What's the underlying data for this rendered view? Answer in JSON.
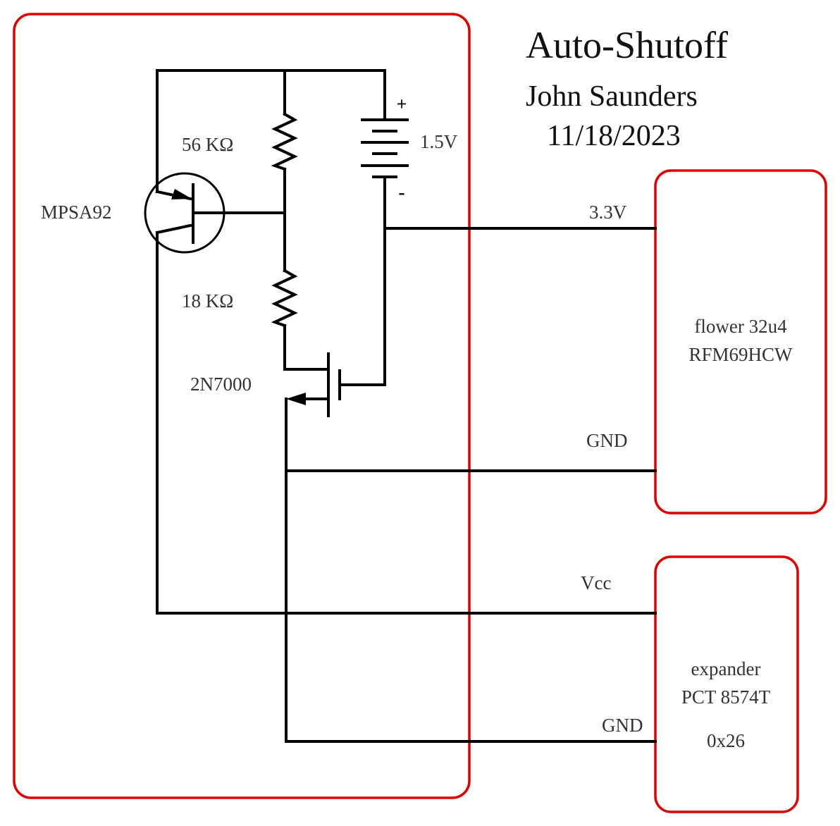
{
  "title": "Auto-Shutoff",
  "author": "John Saunders",
  "date": "11/18/2023",
  "components": {
    "transistor_pnp": {
      "label": "MPSA92",
      "type": "PNP BJT"
    },
    "resistor_top": {
      "label": "56 KΩ"
    },
    "resistor_bottom": {
      "label": "18 KΩ"
    },
    "mosfet": {
      "label": "2N7000",
      "type": "N-channel MOSFET"
    },
    "battery": {
      "label": "1.5V",
      "plus": "+",
      "minus": "-"
    }
  },
  "modules": {
    "flower": {
      "line1": "flower 32u4",
      "line2": "RFM69HCW",
      "pin_top": "3.3V",
      "pin_bottom": "GND"
    },
    "expander": {
      "line1": "expander",
      "line2": "PCT 8574T",
      "line3": "0x26",
      "pin_top": "Vcc",
      "pin_bottom": "GND"
    }
  },
  "colors": {
    "border": "#e00000",
    "wire": "#000000"
  }
}
